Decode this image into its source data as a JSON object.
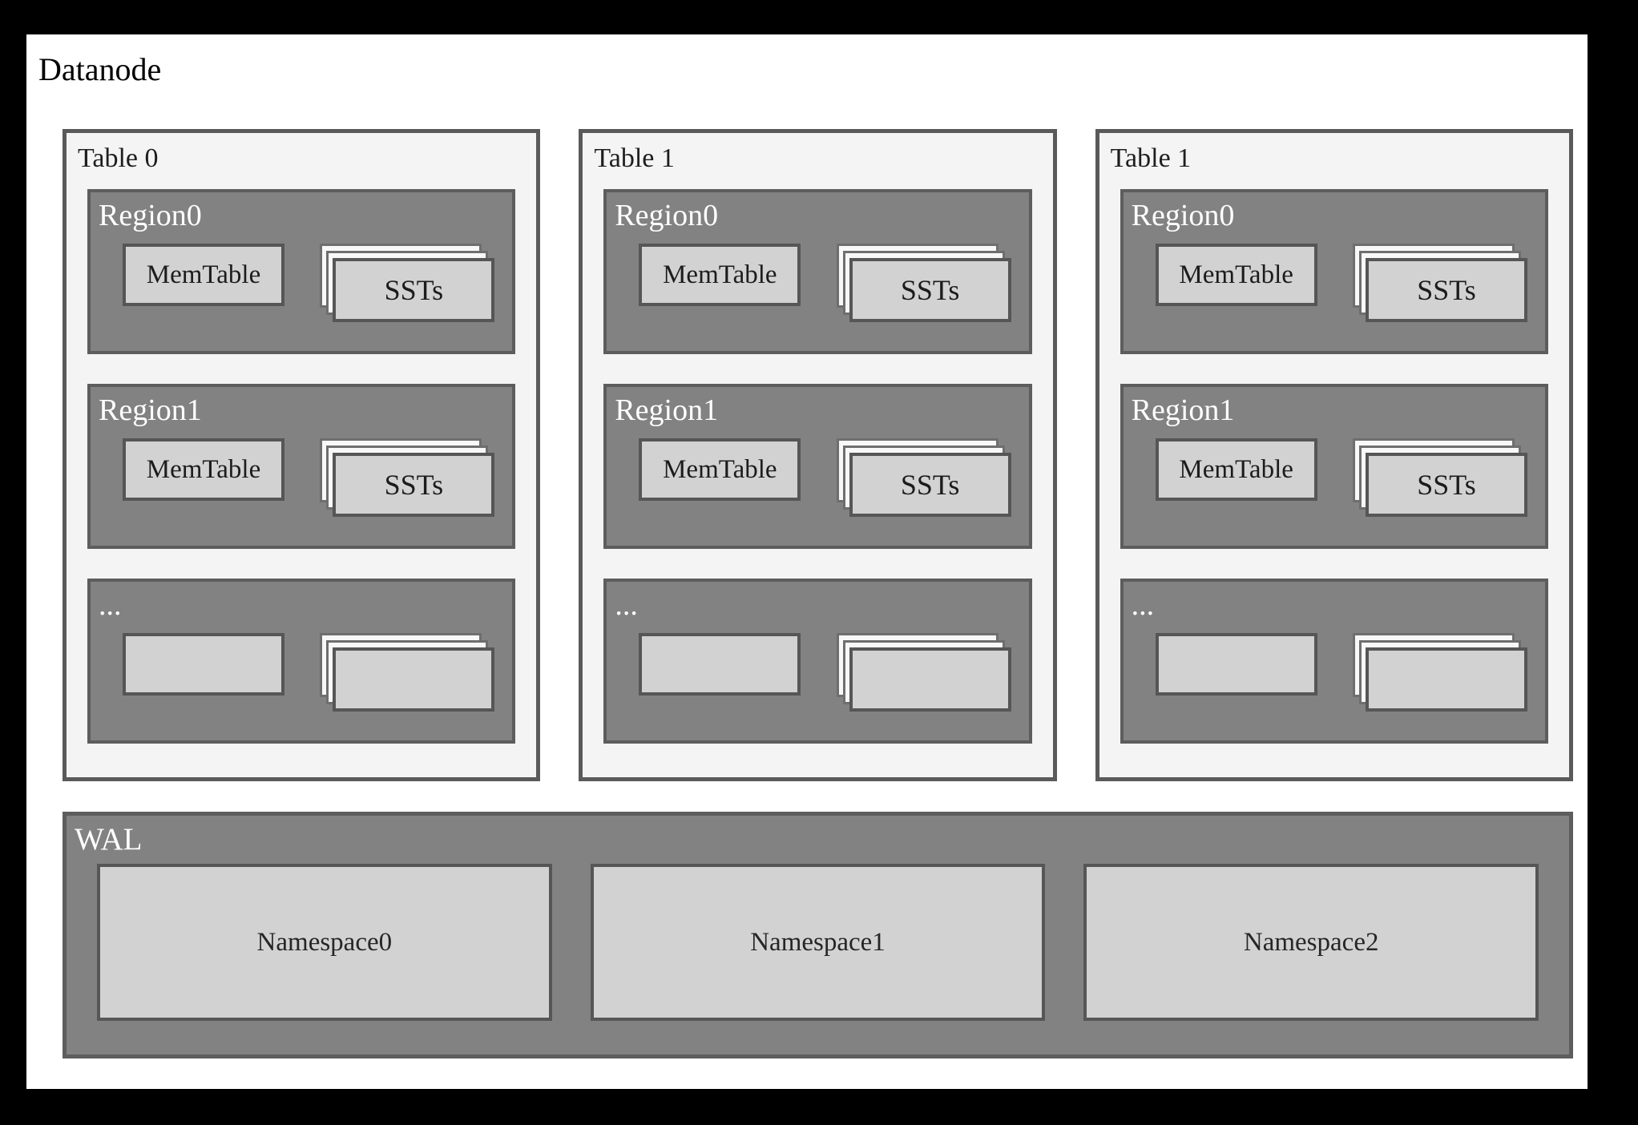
{
  "title": "Datanode",
  "colors": {
    "frame": "#000000",
    "page": "#ffffff",
    "table-bg": "#f4f4f4",
    "outer-border": "#5a5a5a",
    "region-bg": "#828282",
    "region-border": "#5d5d5d",
    "light-box": "#d2d2d2",
    "box-border": "#565656",
    "sst-back": "#f8f8f8"
  },
  "tables": [
    {
      "label": "Table 0",
      "regions": [
        {
          "label": "Region0",
          "memtable": "MemTable",
          "ssts": "SSTs"
        },
        {
          "label": "Region1",
          "memtable": "MemTable",
          "ssts": "SSTs"
        },
        {
          "label": "...",
          "memtable": "",
          "ssts": ""
        }
      ]
    },
    {
      "label": "Table 1",
      "regions": [
        {
          "label": "Region0",
          "memtable": "MemTable",
          "ssts": "SSTs"
        },
        {
          "label": "Region1",
          "memtable": "MemTable",
          "ssts": "SSTs"
        },
        {
          "label": "...",
          "memtable": "",
          "ssts": ""
        }
      ]
    },
    {
      "label": "Table 1",
      "regions": [
        {
          "label": "Region0",
          "memtable": "MemTable",
          "ssts": "SSTs"
        },
        {
          "label": "Region1",
          "memtable": "MemTable",
          "ssts": "SSTs"
        },
        {
          "label": "...",
          "memtable": "",
          "ssts": ""
        }
      ]
    }
  ],
  "wal": {
    "label": "WAL",
    "namespaces": [
      "Namespace0",
      "Namespace1",
      "Namespace2"
    ]
  }
}
